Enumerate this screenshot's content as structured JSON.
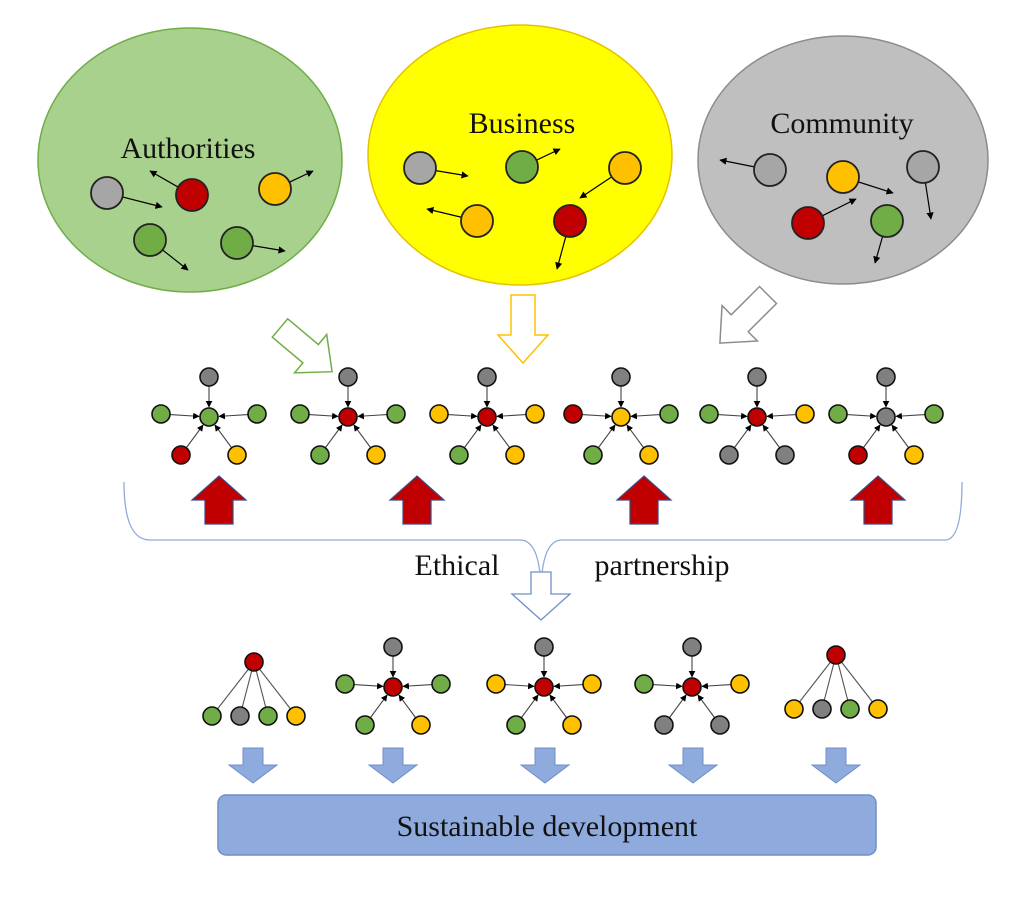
{
  "colors": {
    "green": "#70ad47",
    "red": "#c00000",
    "yellow": "#ffc000",
    "gray": "#808080",
    "lightgray": "#a6a6a6",
    "authorities_fill": "#a9d18e",
    "authorities_stroke": "#70ad47",
    "business_fill": "#ffff00",
    "business_stroke": "#e6c200",
    "community_fill": "#bfbfbf",
    "community_stroke": "#8c8c8c",
    "red_arrow": "#c00000",
    "red_arrow_stroke": "#3a4a8a",
    "blue_arrow": "#8faadc",
    "blue_arrow_stroke": "#6f8fc8",
    "bracket": "#8faadc",
    "box_fill": "#8faadc",
    "box_stroke": "#6f8fc8"
  },
  "groups": [
    {
      "id": "authorities",
      "label": "Authorities",
      "actors": [
        {
          "color": "lightgray",
          "dir": "right"
        },
        {
          "color": "red",
          "dir": "up-left"
        },
        {
          "color": "yellow",
          "dir": "up-right"
        },
        {
          "color": "green",
          "dir": "down-right"
        },
        {
          "color": "green",
          "dir": "right"
        }
      ]
    },
    {
      "id": "business",
      "label": "Business",
      "actors": [
        {
          "color": "lightgray",
          "dir": "right"
        },
        {
          "color": "green",
          "dir": "up-right"
        },
        {
          "color": "yellow",
          "dir": "down-left"
        },
        {
          "color": "yellow",
          "dir": "left"
        },
        {
          "color": "red",
          "dir": "down"
        }
      ]
    },
    {
      "id": "community",
      "label": "Community",
      "actors": [
        {
          "color": "lightgray",
          "dir": "left"
        },
        {
          "color": "yellow",
          "dir": "right"
        },
        {
          "color": "lightgray",
          "dir": "down"
        },
        {
          "color": "red",
          "dir": "up-right"
        },
        {
          "color": "green",
          "dir": "down-left"
        }
      ]
    }
  ],
  "partnership_networks": [
    {
      "center": "green",
      "top": "gray",
      "left": "green",
      "right": "green",
      "bottom_left": "red",
      "bottom_right": "yellow"
    },
    {
      "center": "red",
      "top": "gray",
      "left": "green",
      "right": "green",
      "bottom_left": "green",
      "bottom_right": "yellow"
    },
    {
      "center": "red",
      "top": "gray",
      "left": "yellow",
      "right": "yellow",
      "bottom_left": "green",
      "bottom_right": "yellow"
    },
    {
      "center": "yellow",
      "top": "gray",
      "left": "red",
      "right": "green",
      "bottom_left": "green",
      "bottom_right": "yellow"
    },
    {
      "center": "red",
      "top": "gray",
      "left": "green",
      "right": "yellow",
      "bottom_left": "gray",
      "bottom_right": "gray"
    },
    {
      "center": "gray",
      "top": "gray",
      "left": "green",
      "right": "green",
      "bottom_left": "red",
      "bottom_right": "yellow"
    }
  ],
  "bracket_label_left": "Ethical",
  "bracket_label_right": "partnership",
  "outcome_networks": [
    {
      "type": "tree",
      "root": "red",
      "children": [
        "green",
        "gray",
        "green",
        "yellow"
      ]
    },
    {
      "type": "star",
      "center": "red",
      "top": "gray",
      "left": "green",
      "right": "green",
      "bottom_left": "green",
      "bottom_right": "yellow"
    },
    {
      "type": "star",
      "center": "red",
      "top": "gray",
      "left": "yellow",
      "right": "yellow",
      "bottom_left": "green",
      "bottom_right": "yellow"
    },
    {
      "type": "star",
      "center": "red",
      "top": "gray",
      "left": "green",
      "right": "yellow",
      "bottom_left": "gray",
      "bottom_right": "gray"
    },
    {
      "type": "tree",
      "root": "red",
      "children": [
        "yellow",
        "gray",
        "green",
        "yellow"
      ]
    }
  ],
  "result_box_label": "Sustainable development"
}
